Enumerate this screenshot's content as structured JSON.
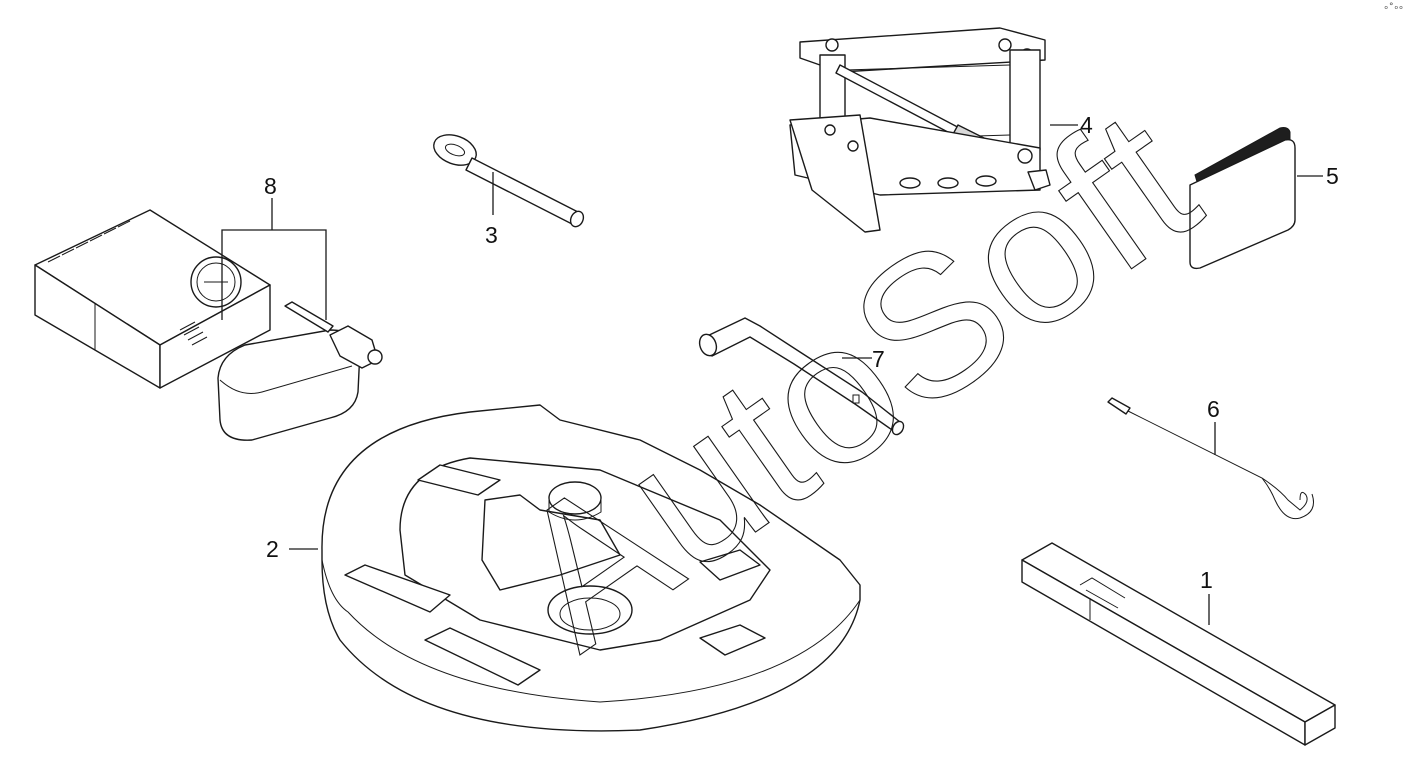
{
  "diagram": {
    "callouts": {
      "c1": "1",
      "c2": "2",
      "c3": "3",
      "c4": "4",
      "c5": "5",
      "c6": "6",
      "c7": "7",
      "c8": "8"
    },
    "watermark": "AutoSoft"
  }
}
